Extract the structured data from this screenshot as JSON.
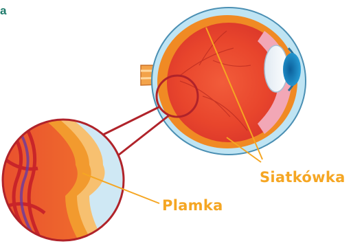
{
  "corner_text": "a",
  "labels": {
    "retina": "Siatkówka",
    "macula": "Plamka"
  },
  "colors": {
    "label_orange": "#f5a623",
    "zoom_link_red": "#c0392b",
    "sclera_blue": "#bfe4f3",
    "retina_orange": "#f08a24",
    "interior_red": "#e8452c",
    "iris_blue": "#1e8fd0"
  }
}
